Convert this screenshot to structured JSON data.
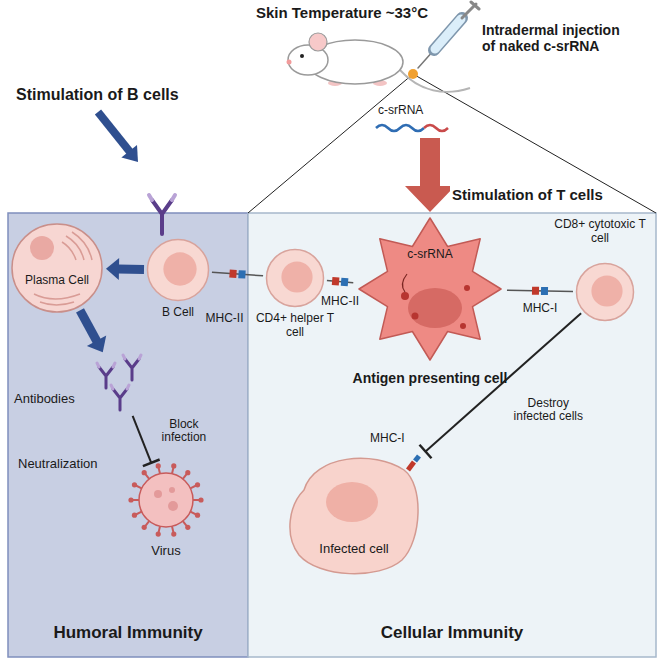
{
  "diagram": {
    "nodes": [
      {
        "text": [
          "Humoral Immunity"
        ]
      },
      {
        "text": [
          "Plasma Cell"
        ],
        "in": 0
      },
      {
        "text": [
          "B Cell"
        ],
        "in": 0
      },
      {
        "text": [
          "Antibodies"
        ],
        "in": 0
      },
      {
        "text": [
          "Virus"
        ],
        "in": 0
      },
      {
        "text": [
          "Cellular Immunity"
        ]
      },
      {
        "text": [
          "CD4+ helper T cell"
        ],
        "in": 5
      },
      {
        "text": [
          "c-srRNA",
          "Antigen presenting cell"
        ],
        "in": 5
      },
      {
        "text": [
          "CD8+ cytotoxic T cell"
        ],
        "in": 5
      },
      {
        "text": [
          "Infected cell"
        ],
        "in": 5
      }
    ],
    "edges": [
      {
        "from": 2,
        "to": 1,
        "arrow": "to"
      },
      {
        "from": 1,
        "to": 3,
        "arrow": "to"
      },
      {
        "from": 3,
        "to": 4,
        "label": "Block infection",
        "arrow": "to"
      },
      {
        "from": 2,
        "to": 6,
        "label": "MHC-II",
        "arrow": "none"
      },
      {
        "from": 6,
        "to": 7,
        "label": "MHC-II",
        "arrow": "none"
      },
      {
        "from": 7,
        "to": 8,
        "label": "MHC-I",
        "arrow": "none"
      },
      {
        "from": 8,
        "to": 9,
        "label": "Destroy infected cells",
        "arrow": "to"
      }
    ],
    "labels": [
      "Skin Temperature ~33°C",
      "Intradermal injection of naked c-srRNA",
      "c-srRNA",
      "Stimulation of B cells",
      "Stimulation of T cells",
      "Neutralization",
      "MHC-I"
    ]
  }
}
